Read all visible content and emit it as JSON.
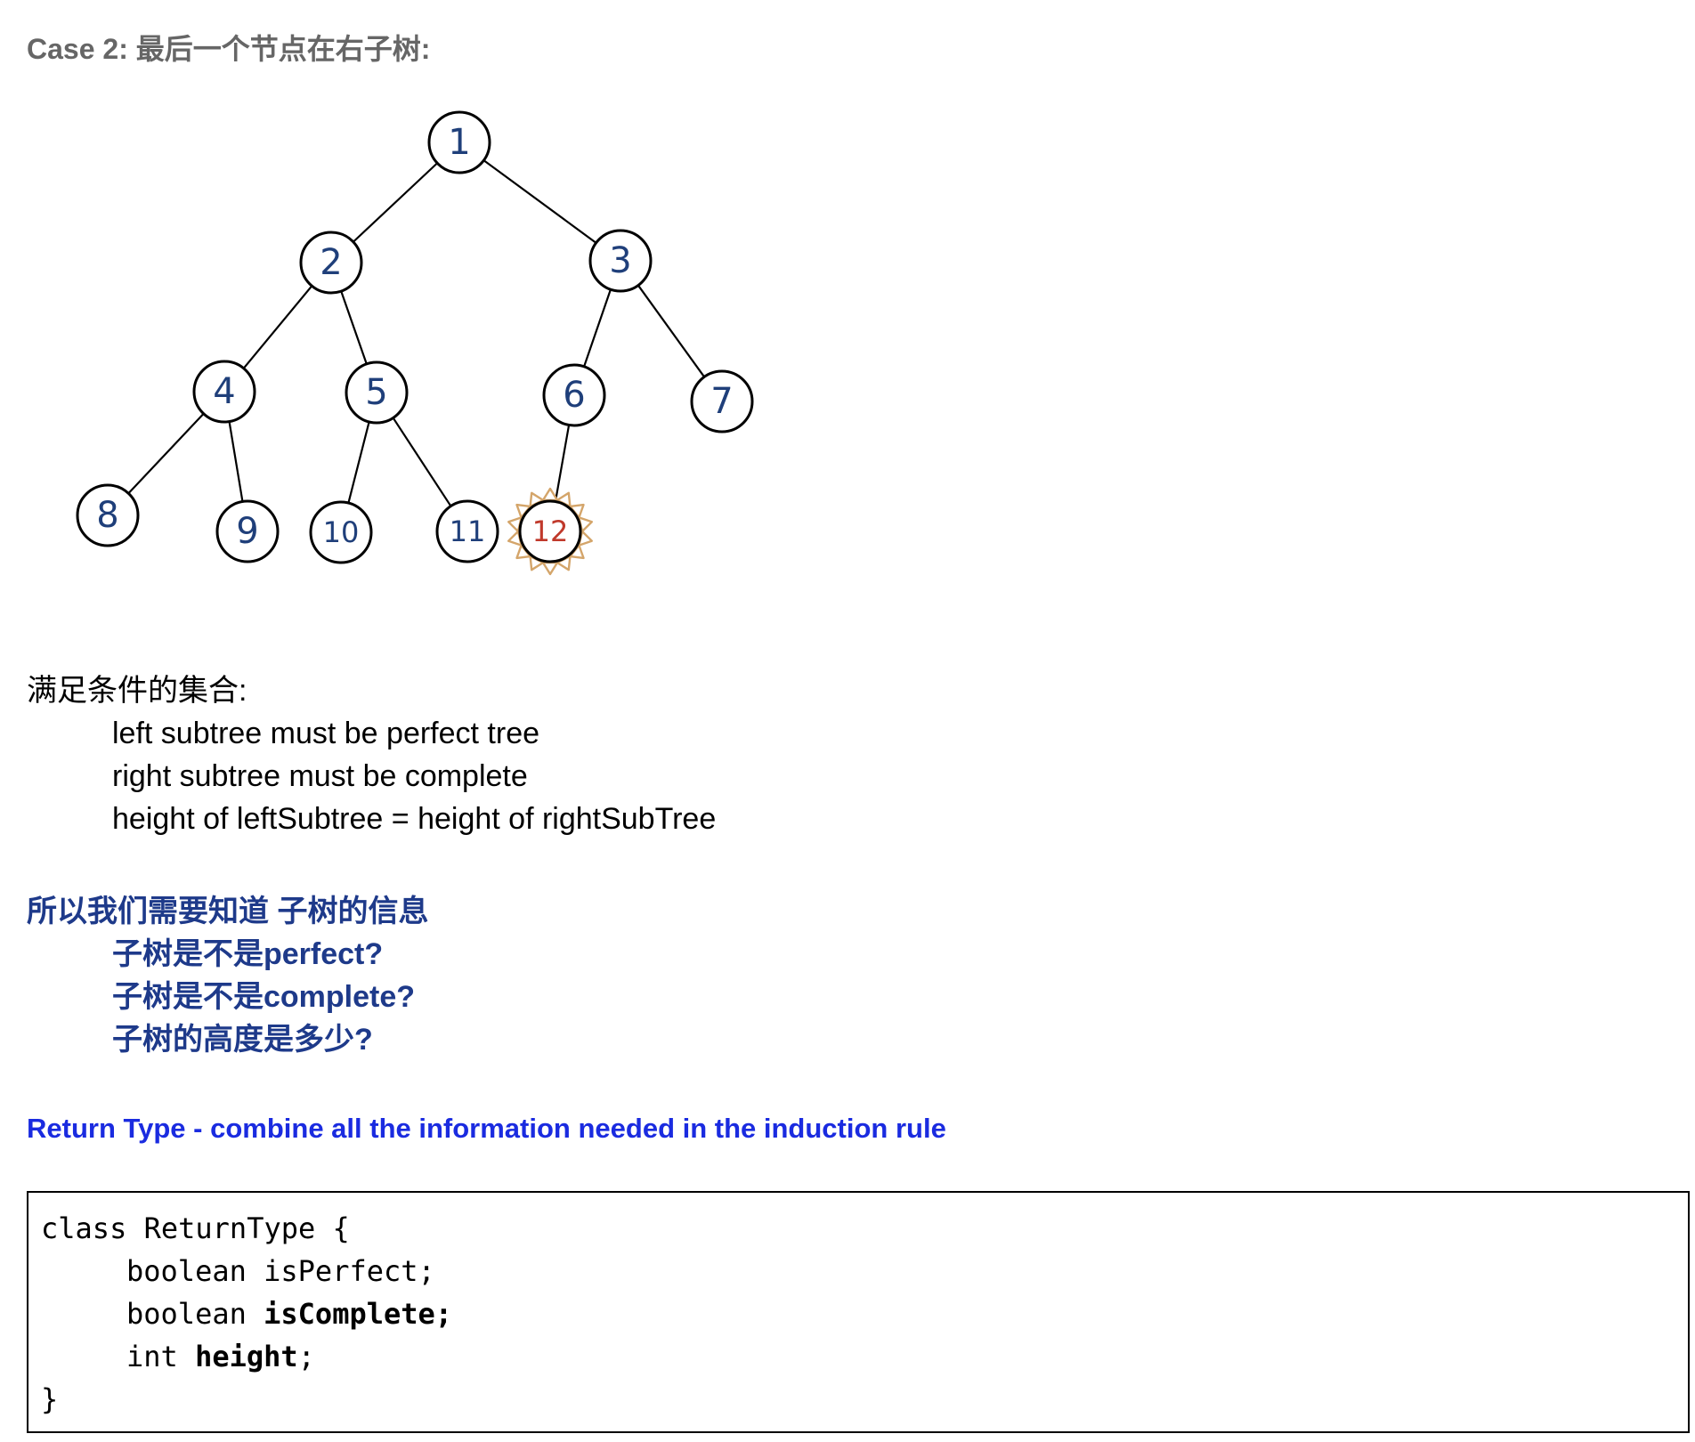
{
  "heading": "Case 2: 最后一个节点在右子树:",
  "tree": {
    "nodes": [
      {
        "id": 1,
        "label": "1"
      },
      {
        "id": 2,
        "label": "2"
      },
      {
        "id": 3,
        "label": "3"
      },
      {
        "id": 4,
        "label": "4"
      },
      {
        "id": 5,
        "label": "5"
      },
      {
        "id": 6,
        "label": "6"
      },
      {
        "id": 7,
        "label": "7"
      },
      {
        "id": 8,
        "label": "8"
      },
      {
        "id": 9,
        "label": "9"
      },
      {
        "id": 10,
        "label": "10"
      },
      {
        "id": 11,
        "label": "11"
      },
      {
        "id": 12,
        "label": "12",
        "highlighted": true
      }
    ],
    "edges": [
      [
        1,
        2
      ],
      [
        1,
        3
      ],
      [
        2,
        4
      ],
      [
        2,
        5
      ],
      [
        3,
        6
      ],
      [
        3,
        7
      ],
      [
        4,
        8
      ],
      [
        4,
        9
      ],
      [
        5,
        10
      ],
      [
        5,
        11
      ],
      [
        6,
        12
      ]
    ],
    "highlight_color": "#c0392b",
    "node_text_color": "#1f3f7a"
  },
  "conditions": {
    "title": "满足条件的集合:",
    "items": [
      "left subtree must be perfect tree",
      "right subtree must be  complete",
      "height of leftSubtree = height of rightSubTree"
    ]
  },
  "info_needed": {
    "title": "所以我们需要知道 子树的信息",
    "items": [
      "子树是不是perfect?",
      "子树是不是complete?",
      "子树的高度是多少?"
    ],
    "color": "#1e3a8a"
  },
  "return_type_heading": "Return Type - combine all the information needed in the induction rule",
  "return_type_color": "#1a2be0",
  "code": {
    "line1": "class ReturnType {",
    "line2_type": "boolean",
    "line2_name": "isPerfect;",
    "line3_type": "boolean",
    "line3_name": "isComplete;",
    "line4_type": "int",
    "line4_name": "height",
    "line4_end": ";",
    "line5": "}"
  }
}
